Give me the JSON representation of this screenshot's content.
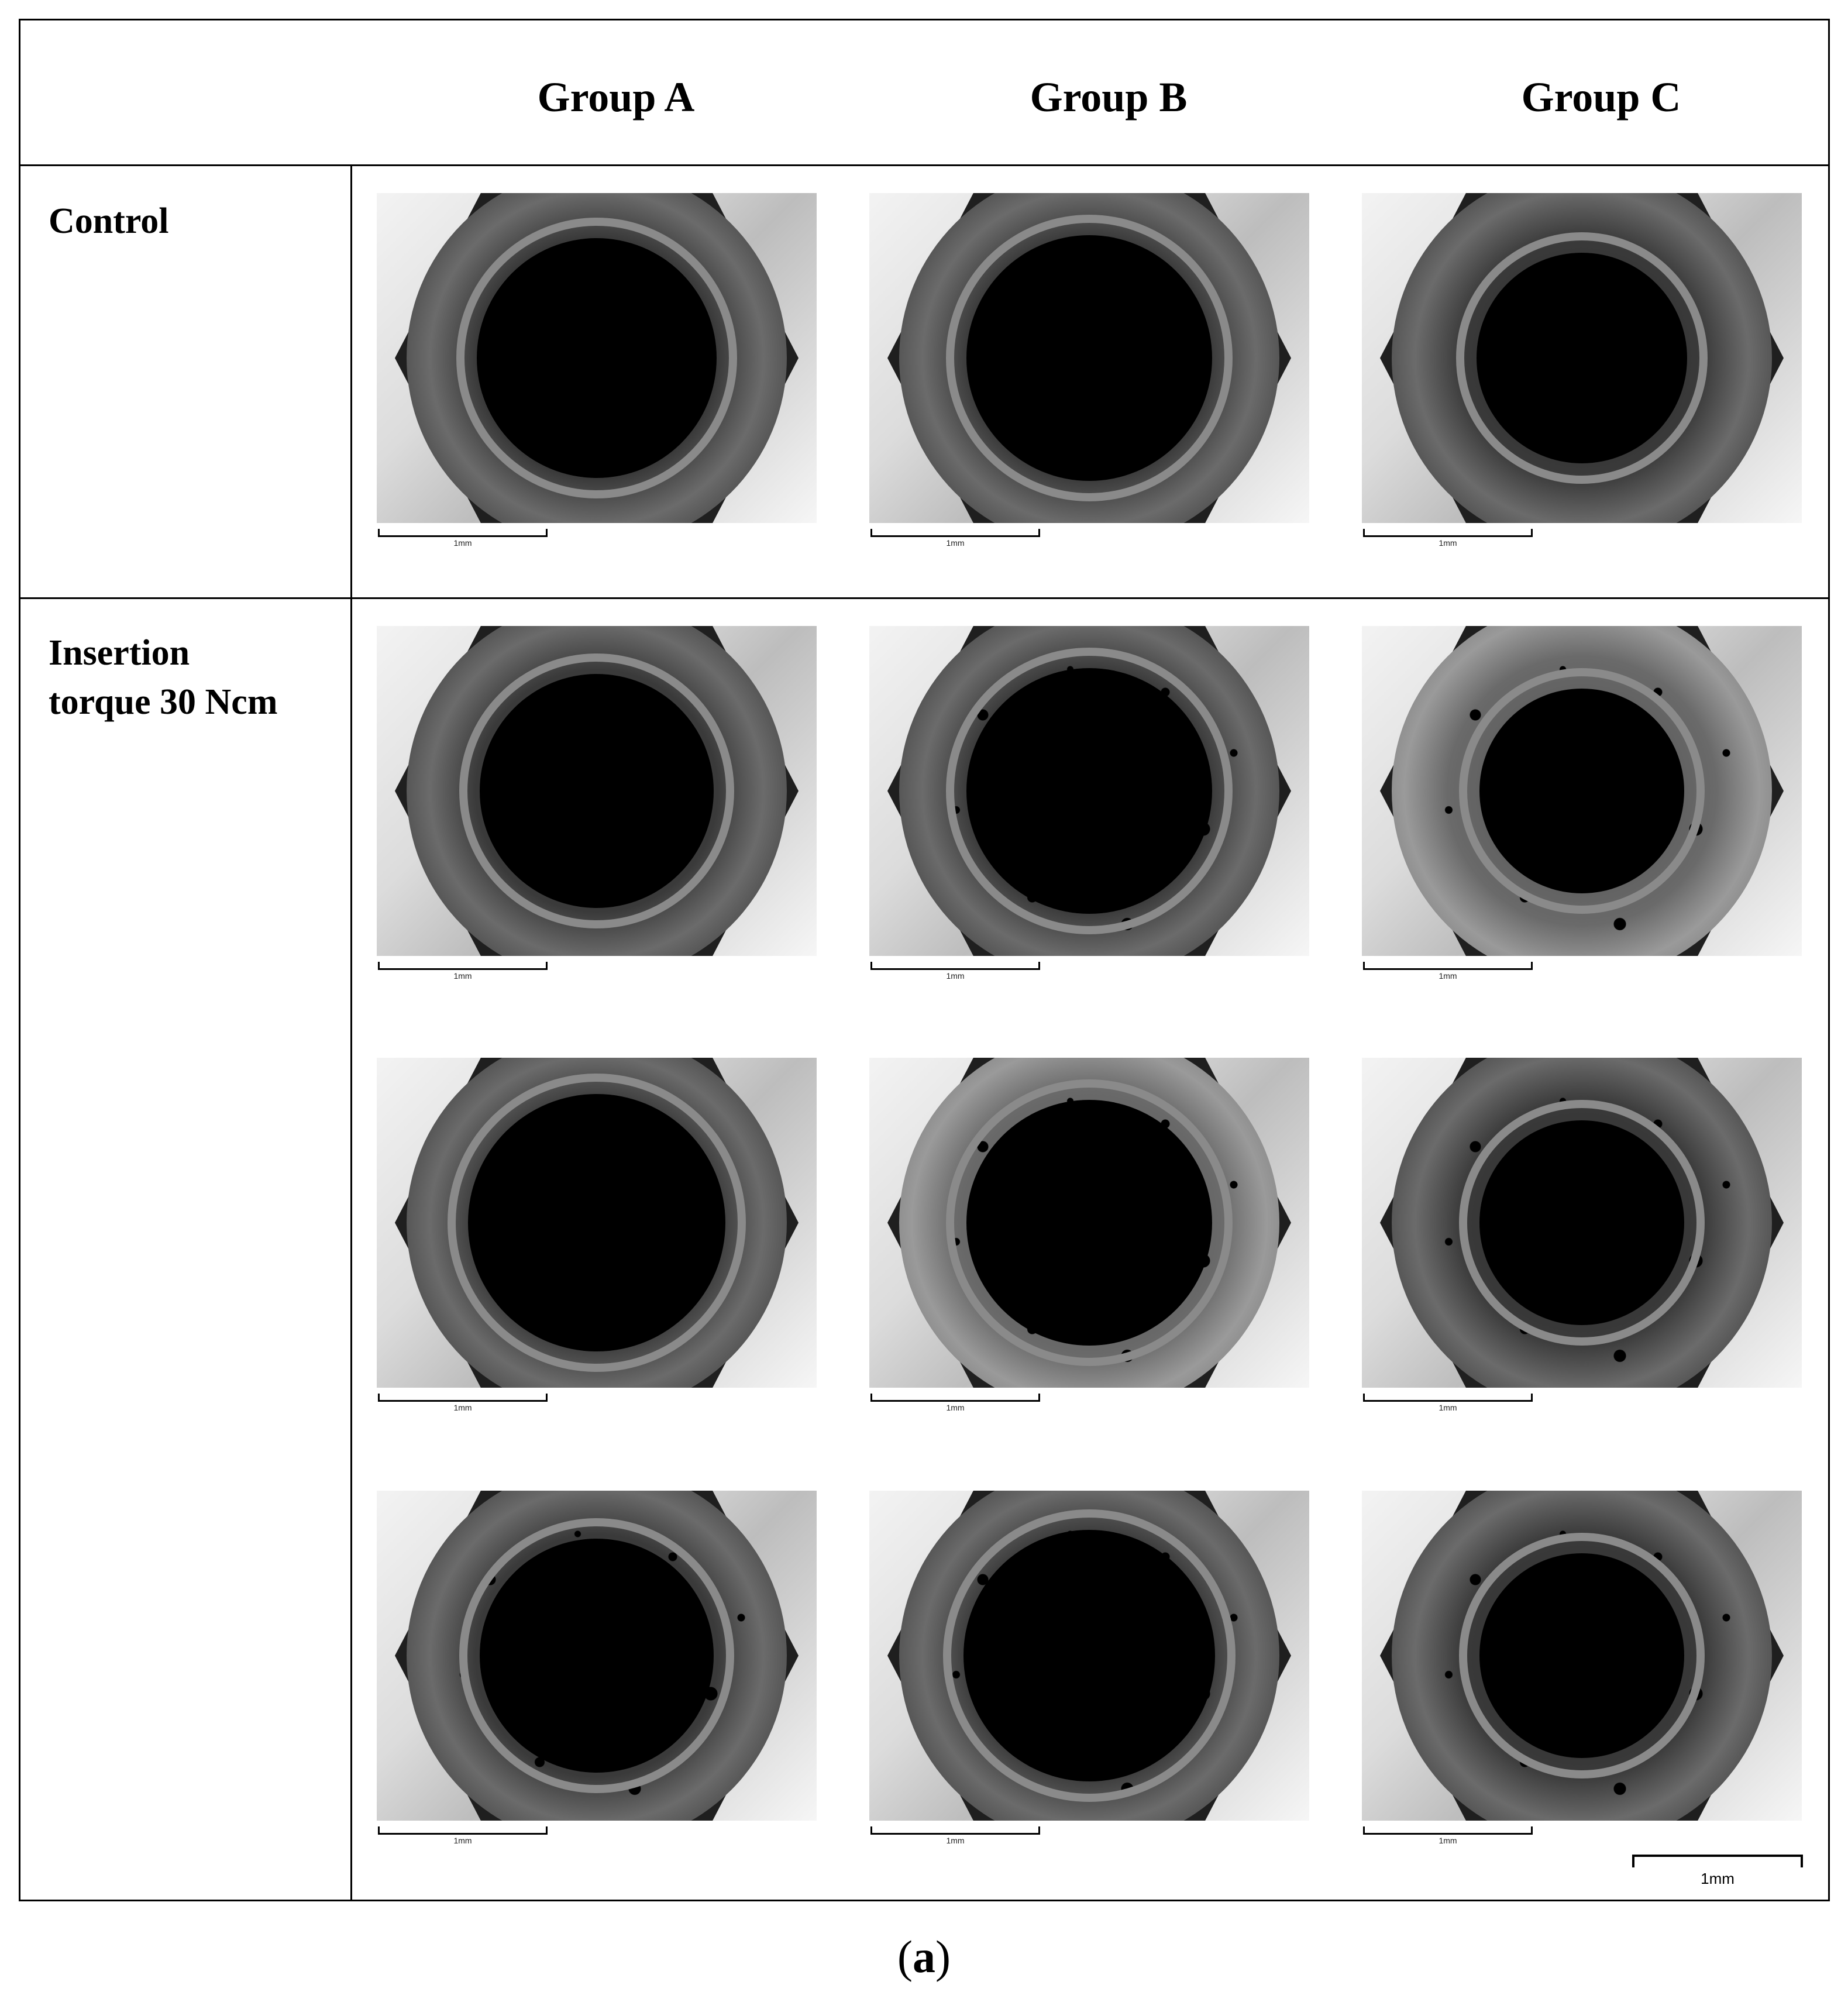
{
  "columns": [
    "Group A",
    "Group B",
    "Group C"
  ],
  "rows": {
    "control": "Control",
    "insertion": [
      "Insertion",
      "torque 30 Ncm"
    ]
  },
  "scale_label": "1mm",
  "caption": {
    "open": "(",
    "letter": "a",
    "close": ")"
  },
  "images": [
    {
      "row": "Control",
      "group": "Group A",
      "hole": 410,
      "style": "clean"
    },
    {
      "row": "Control",
      "group": "Group B",
      "hole": 420,
      "style": "clean"
    },
    {
      "row": "Control",
      "group": "Group C",
      "hole": 360,
      "style": "clean"
    },
    {
      "row": "Insertion torque 30 Ncm",
      "group": "Group A",
      "hole": 400,
      "style": "clean"
    },
    {
      "row": "Insertion torque 30 Ncm",
      "group": "Group B",
      "hole": 420,
      "style": "speckle"
    },
    {
      "row": "Insertion torque 30 Ncm",
      "group": "Group C",
      "hole": 350,
      "style": "light-speckle"
    },
    {
      "row": "Insertion torque 30 Ncm",
      "group": "Group A",
      "hole": 440,
      "style": "clean"
    },
    {
      "row": "Insertion torque 30 Ncm",
      "group": "Group B",
      "hole": 420,
      "style": "light-speckle"
    },
    {
      "row": "Insertion torque 30 Ncm",
      "group": "Group C",
      "hole": 350,
      "style": "speckle"
    },
    {
      "row": "Insertion torque 30 Ncm",
      "group": "Group A",
      "hole": 400,
      "style": "speckle"
    },
    {
      "row": "Insertion torque 30 Ncm",
      "group": "Group B",
      "hole": 430,
      "style": "speckle"
    },
    {
      "row": "Insertion torque 30 Ncm",
      "group": "Group C",
      "hole": 350,
      "style": "speckle"
    }
  ]
}
